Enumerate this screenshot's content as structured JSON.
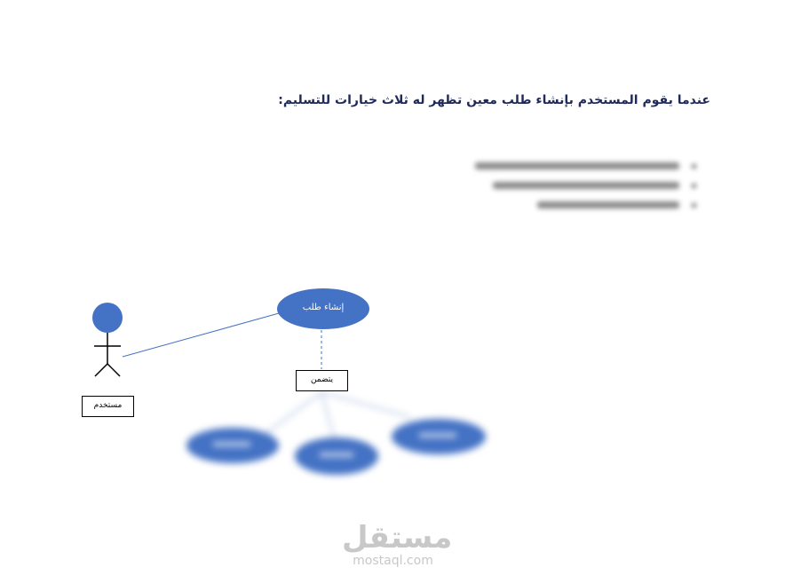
{
  "intro": {
    "heading": "عندما يقوم المستخدم بإنشاء طلب معين تظهر له ثلاث خيارات للتسليم:"
  },
  "diagram": {
    "actor_label": "مستخدم",
    "use_case_label": "إنشاء طلب",
    "include_label": "يتضمن",
    "colors": {
      "use_case_fill": "#4472c4",
      "actor_fill": "#4472c4",
      "line": "#4472c4"
    }
  },
  "watermark": {
    "arabic": "مستقل",
    "latin": "mostaql.com"
  }
}
